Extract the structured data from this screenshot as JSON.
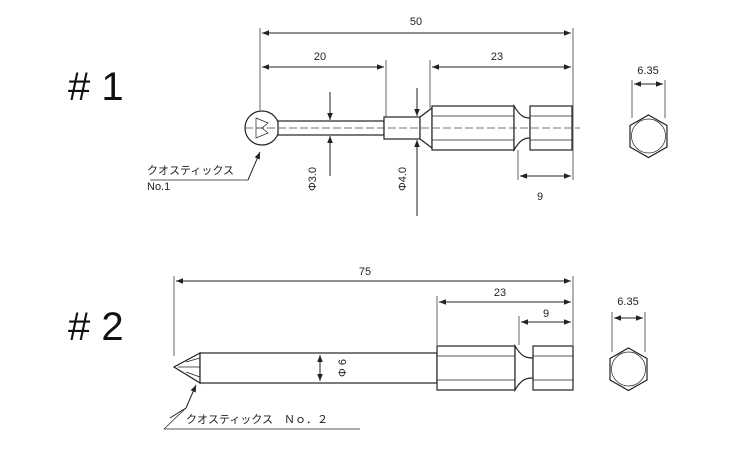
{
  "bit1": {
    "label": "# 1",
    "dim_total": "50",
    "dim_shaft": "20",
    "dim_hex": "23",
    "dim_groove": "9",
    "dim_dia_small": "Φ3.0",
    "dim_dia_large": "Φ4.0",
    "dim_across_flats": "6.35",
    "note_line1": "クオスティックス",
    "note_line2": "No.1"
  },
  "bit2": {
    "label": "# 2",
    "dim_total": "75",
    "dim_hex": "23",
    "dim_groove": "9",
    "dim_dia": "Φ 6",
    "dim_across_flats": "6.35",
    "note": "クオスティックス　Ｎｏ．２"
  }
}
